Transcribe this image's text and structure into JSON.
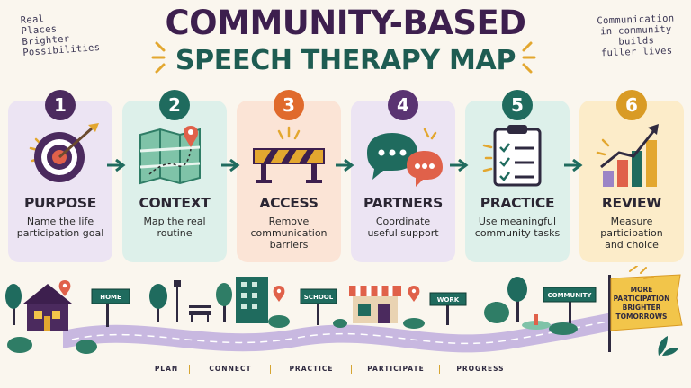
{
  "corner_left": [
    "Real",
    "Places",
    "Brighter",
    "Possibilities"
  ],
  "corner_right": [
    "Communication",
    "in community",
    "builds",
    "fuller lives"
  ],
  "title_line1": "COMMUNITY-BASED",
  "title_line2": "SPEECH THERAPY MAP",
  "steps": [
    {
      "number": "1",
      "title": "PURPOSE",
      "desc": [
        "Name the life",
        "participation goal"
      ],
      "icon": "target-icon",
      "card_color": "#ece4f3",
      "badge_color": "#4b2a5e"
    },
    {
      "number": "2",
      "title": "CONTEXT",
      "desc": [
        "Map the real",
        "routine"
      ],
      "icon": "map-icon",
      "card_color": "#ddf0ea",
      "badge_color": "#1f6b5e"
    },
    {
      "number": "3",
      "title": "ACCESS",
      "desc": [
        "Remove",
        "communication",
        "barriers"
      ],
      "icon": "barrier-icon",
      "card_color": "#fbe4d6",
      "badge_color": "#e06a2c"
    },
    {
      "number": "4",
      "title": "PARTNERS",
      "desc": [
        "Coordinate",
        "useful support"
      ],
      "icon": "speech-bubbles-icon",
      "card_color": "#ece4f3",
      "badge_color": "#5a3472"
    },
    {
      "number": "5",
      "title": "PRACTICE",
      "desc": [
        "Use meaningful",
        "community tasks"
      ],
      "icon": "clipboard-icon",
      "card_color": "#ddf0ea",
      "badge_color": "#1f6b5e"
    },
    {
      "number": "6",
      "title": "REVIEW",
      "desc": [
        "Measure",
        "participation",
        "and choice"
      ],
      "icon": "growth-chart-icon",
      "card_color": "#fcecc9",
      "badge_color": "#d99b25"
    }
  ],
  "signs": {
    "home": "HOME",
    "school": "SCHOOL",
    "work": "WORK",
    "community": "COMMUNITY"
  },
  "banner": [
    "MORE",
    "PARTICIPATION",
    "BRIGHTER",
    "TOMORROWS"
  ],
  "footer": [
    "PLAN",
    "CONNECT",
    "PRACTICE",
    "PARTICIPATE",
    "PROGRESS"
  ]
}
